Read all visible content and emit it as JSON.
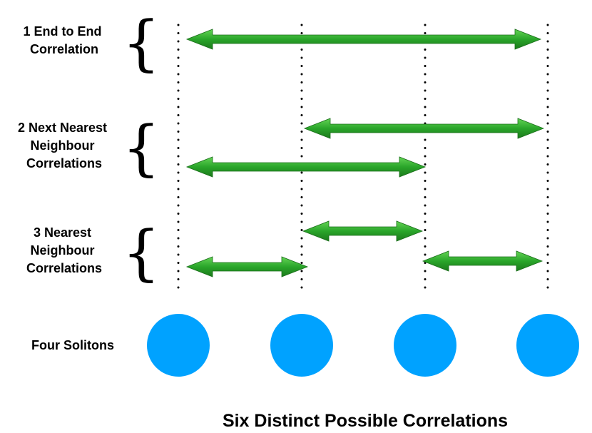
{
  "groups": [
    {
      "lines": [
        "1 End to End",
        "Correlation"
      ]
    },
    {
      "lines": [
        "2 Next Nearest",
        "Neighbour",
        "Correlations"
      ]
    },
    {
      "lines": [
        "3 Nearest",
        "Neighbour",
        "Correlations"
      ]
    }
  ],
  "solitons_label": "Four Solitons",
  "title": "Six Distinct Possible Correlations",
  "brace_glyph": "{",
  "colors": {
    "arrow": "#2aa52a",
    "arrow_dark": "#1d7d1d",
    "arrow_light": "#5fcf4f",
    "soliton": "#00a2ff",
    "dotted_line": "#000000"
  },
  "solitons": {
    "count": 4
  },
  "correlations": [
    {
      "type": "end-to-end",
      "from": 1,
      "to": 4
    },
    {
      "type": "next-nearest",
      "from": 2,
      "to": 4
    },
    {
      "type": "next-nearest",
      "from": 1,
      "to": 3
    },
    {
      "type": "nearest",
      "from": 2,
      "to": 3
    },
    {
      "type": "nearest",
      "from": 1,
      "to": 2
    },
    {
      "type": "nearest",
      "from": 3,
      "to": 4
    }
  ]
}
